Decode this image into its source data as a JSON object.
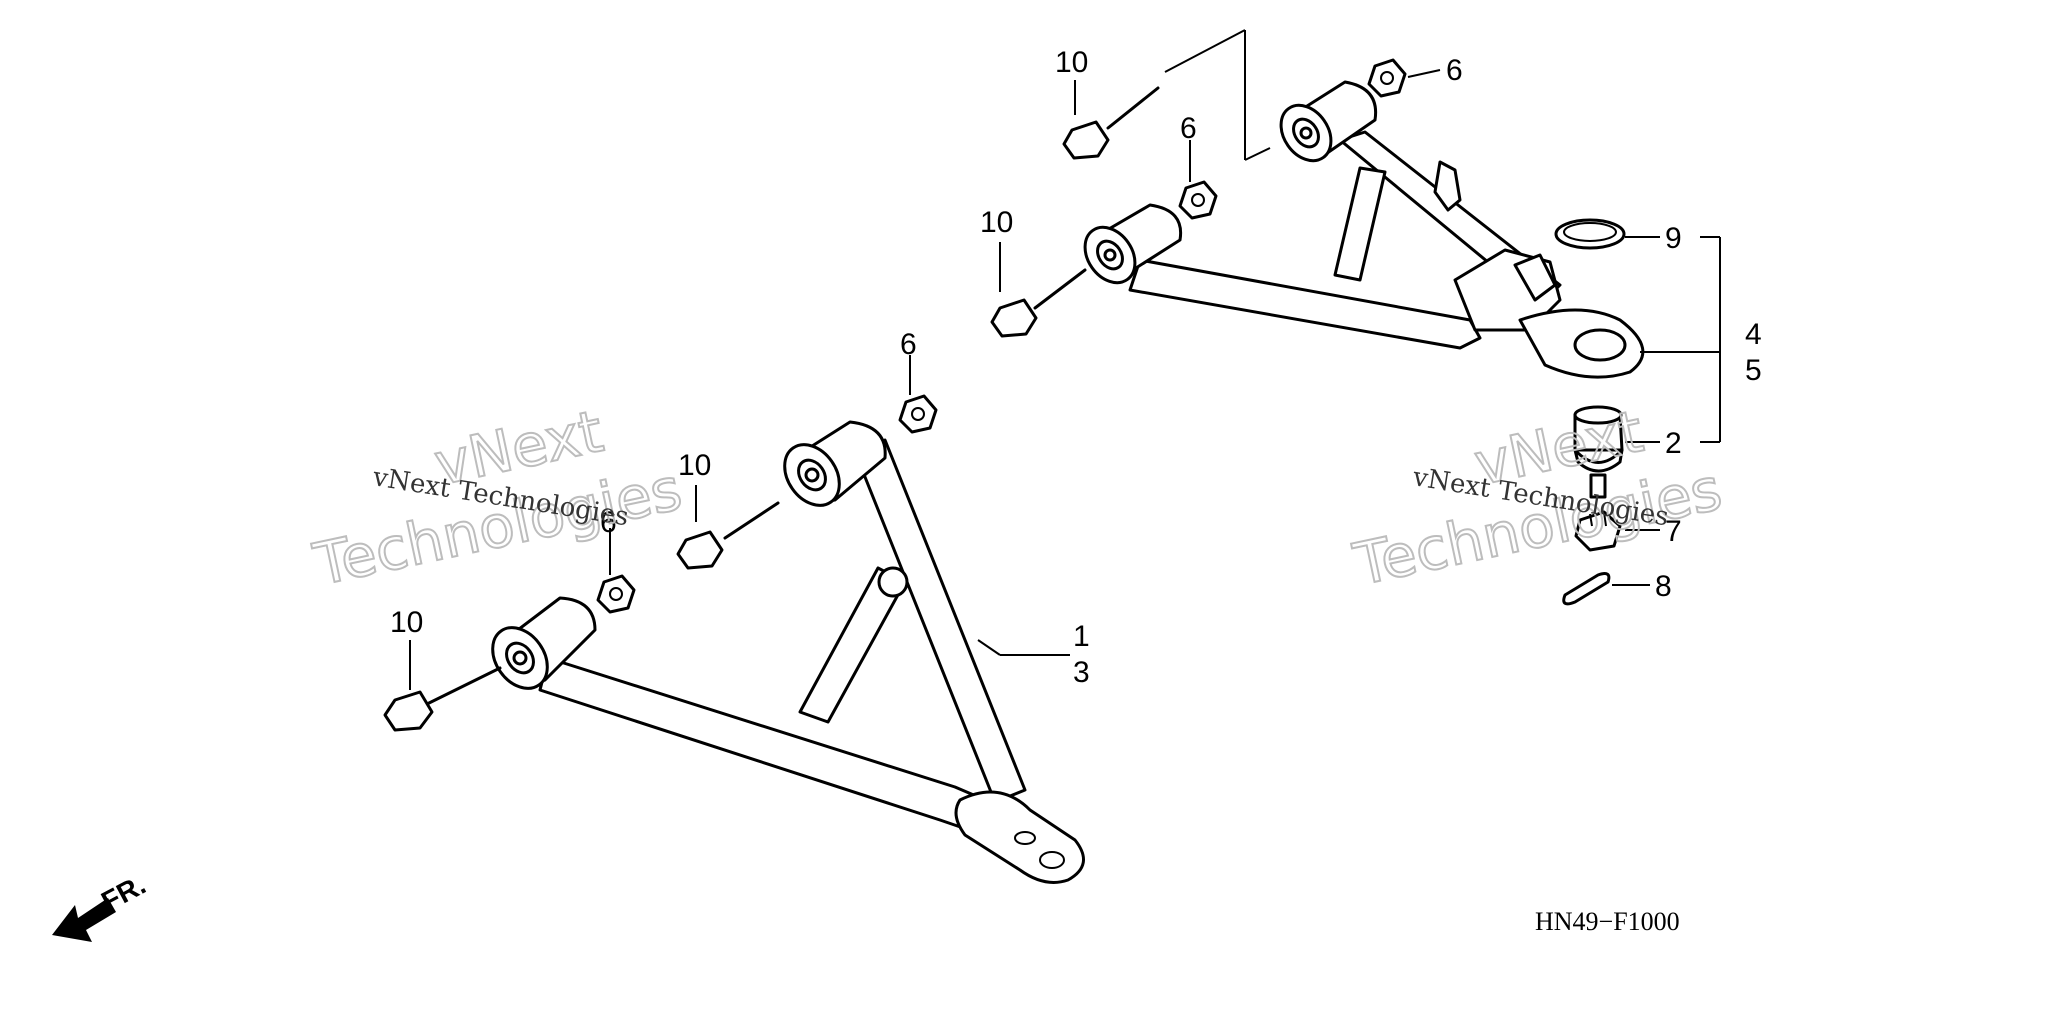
{
  "diagram": {
    "code": "HN49−F1000",
    "fr_label": "FR.",
    "watermark": {
      "line1": "vNext",
      "line2": "Technologies",
      "small": "vNext Technologies"
    },
    "callouts": {
      "c1": "1",
      "c2": "2",
      "c3": "3",
      "c4": "4",
      "c5": "5",
      "c6": "6",
      "c7": "7",
      "c8": "8",
      "c9": "9",
      "c10": "10"
    }
  }
}
